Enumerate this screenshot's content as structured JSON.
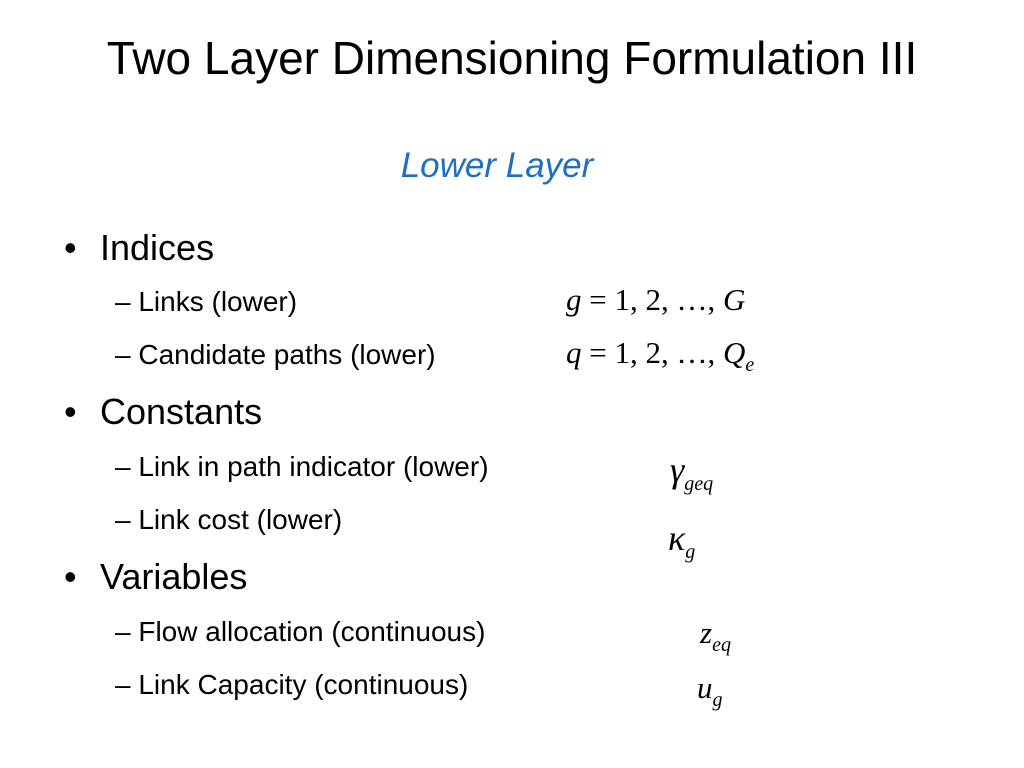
{
  "slide": {
    "title": "Two Layer Dimensioning Formulation III",
    "subtitle": "Lower Layer",
    "accent_color": "#1f6fc1",
    "sections": [
      {
        "heading": "Indices",
        "items": [
          {
            "label": "Links (lower)",
            "math": "g = 1, 2, …, G"
          },
          {
            "label": "Candidate paths (lower)",
            "math": "q = 1, 2, …, Q_e"
          }
        ]
      },
      {
        "heading": "Constants",
        "items": [
          {
            "label": "Link in path indicator (lower)",
            "math": "γ_geq"
          },
          {
            "label": "Link cost (lower)",
            "math": "κ_g"
          }
        ]
      },
      {
        "heading": "Variables",
        "items": [
          {
            "label": "Flow allocation (continuous)",
            "math": "z_eq"
          },
          {
            "label": "Link Capacity (continuous)",
            "math": "u_g"
          }
        ]
      }
    ],
    "bullet_glyph": "•",
    "dash_glyph": "–"
  }
}
